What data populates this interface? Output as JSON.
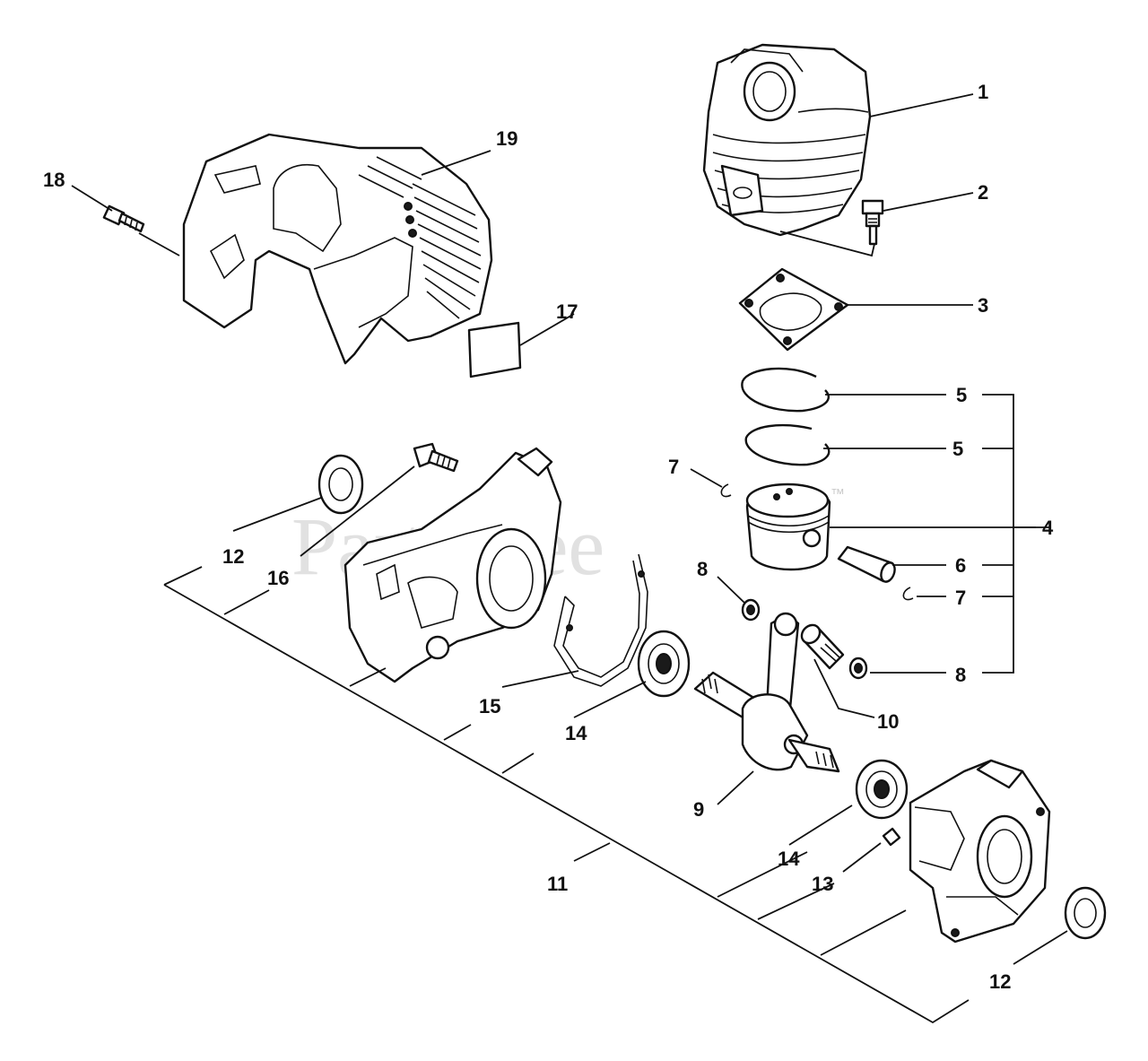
{
  "watermark": {
    "text": "PartsTree",
    "mark": "™"
  },
  "callouts": {
    "c1": "1",
    "c2": "2",
    "c3": "3",
    "c4": "4",
    "c5a": "5",
    "c5b": "5",
    "c6": "6",
    "c7a": "7",
    "c7b": "7",
    "c8a": "8",
    "c8b": "8",
    "c9": "9",
    "c10": "10",
    "c11": "11",
    "c12a": "12",
    "c12b": "12",
    "c13": "13",
    "c14a": "14",
    "c14b": "14",
    "c15": "15",
    "c16": "16",
    "c17": "17",
    "c18": "18",
    "c19": "19"
  },
  "parts": [
    {
      "callout": "1",
      "icon": "cylinder-icon"
    },
    {
      "callout": "2",
      "icon": "spark-plug-icon"
    },
    {
      "callout": "3",
      "icon": "gasket-icon"
    },
    {
      "callout": "4",
      "icon": "piston-kit-icon"
    },
    {
      "callout": "5",
      "icon": "piston-ring-icon"
    },
    {
      "callout": "6",
      "icon": "piston-pin-icon"
    },
    {
      "callout": "7",
      "icon": "circlip-icon"
    },
    {
      "callout": "8",
      "icon": "washer-icon"
    },
    {
      "callout": "9",
      "icon": "crankshaft-icon"
    },
    {
      "callout": "10",
      "icon": "needle-bearing-icon"
    },
    {
      "callout": "11",
      "icon": "crankcase-icon"
    },
    {
      "callout": "12",
      "icon": "oil-seal-icon"
    },
    {
      "callout": "13",
      "icon": "dowel-pin-icon"
    },
    {
      "callout": "14",
      "icon": "ball-bearing-icon"
    },
    {
      "callout": "15",
      "icon": "crankcase-gasket-icon"
    },
    {
      "callout": "16",
      "icon": "bolt-icon"
    },
    {
      "callout": "17",
      "icon": "label-icon"
    },
    {
      "callout": "18",
      "icon": "screw-icon"
    },
    {
      "callout": "19",
      "icon": "engine-cover-icon"
    }
  ]
}
